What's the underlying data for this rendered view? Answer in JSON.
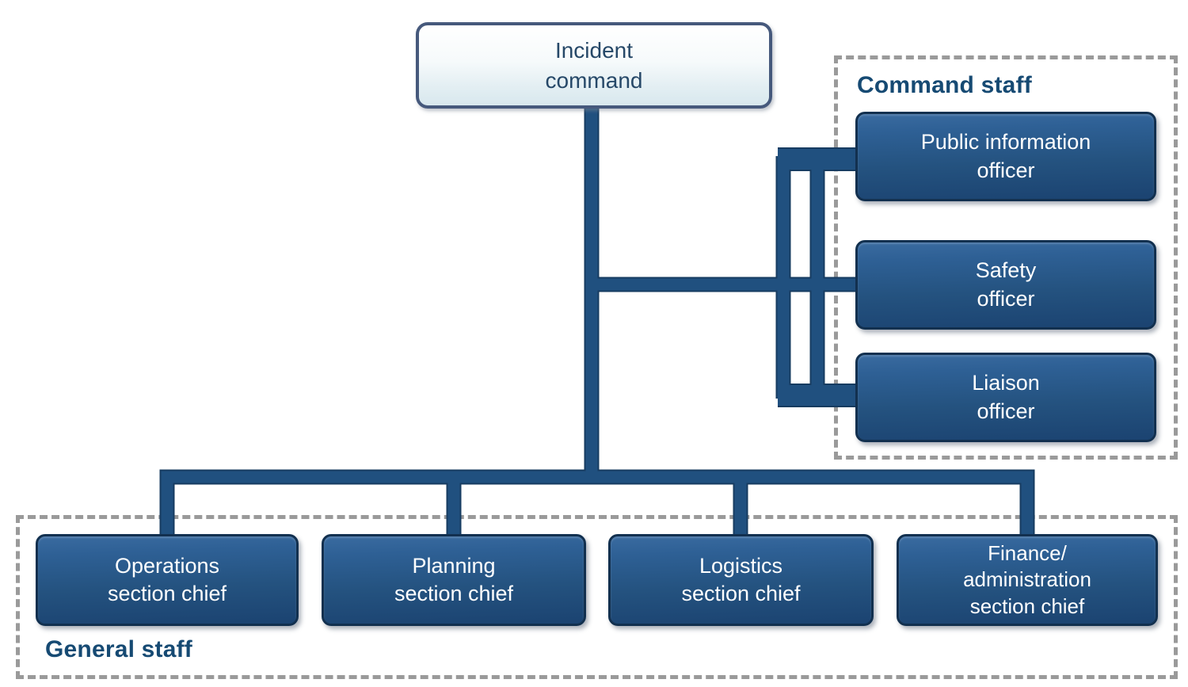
{
  "figure": {
    "description": "Incident command system organizational chart",
    "root_node": {
      "id": "incident-command",
      "label": "Incident\ncommand"
    },
    "groups": [
      {
        "id": "command-staff",
        "label": "Command staff",
        "nodes": [
          {
            "id": "public-information-officer",
            "label": "Public information\nofficer"
          },
          {
            "id": "safety-officer",
            "label": "Safety\nofficer"
          },
          {
            "id": "liaison-officer",
            "label": "Liaison\nofficer"
          }
        ]
      },
      {
        "id": "general-staff",
        "label": "General staff",
        "nodes": [
          {
            "id": "operations-section-chief",
            "label": "Operations\nsection chief"
          },
          {
            "id": "planning-section-chief",
            "label": "Planning\nsection chief"
          },
          {
            "id": "logistics-section-chief",
            "label": "Logistics\nsection chief"
          },
          {
            "id": "finance-administration-section-chief",
            "label": "Finance/\nadministration\nsection chief"
          }
        ]
      }
    ],
    "colors": {
      "node_fill_top": "#3a6ba0",
      "node_fill_bottom": "#1b4371",
      "node_border": "#12304f",
      "node_text": "#ffffff",
      "root_fill_top": "#ffffff",
      "root_fill_bottom": "#d8e8ee",
      "root_border": "#46597c",
      "root_text": "#264868",
      "connector_core": "#20507f",
      "connector_outline": "#173c61",
      "group_dash": "#9a9a9a",
      "group_label_text": "#164a73",
      "background": "#ffffff"
    }
  }
}
